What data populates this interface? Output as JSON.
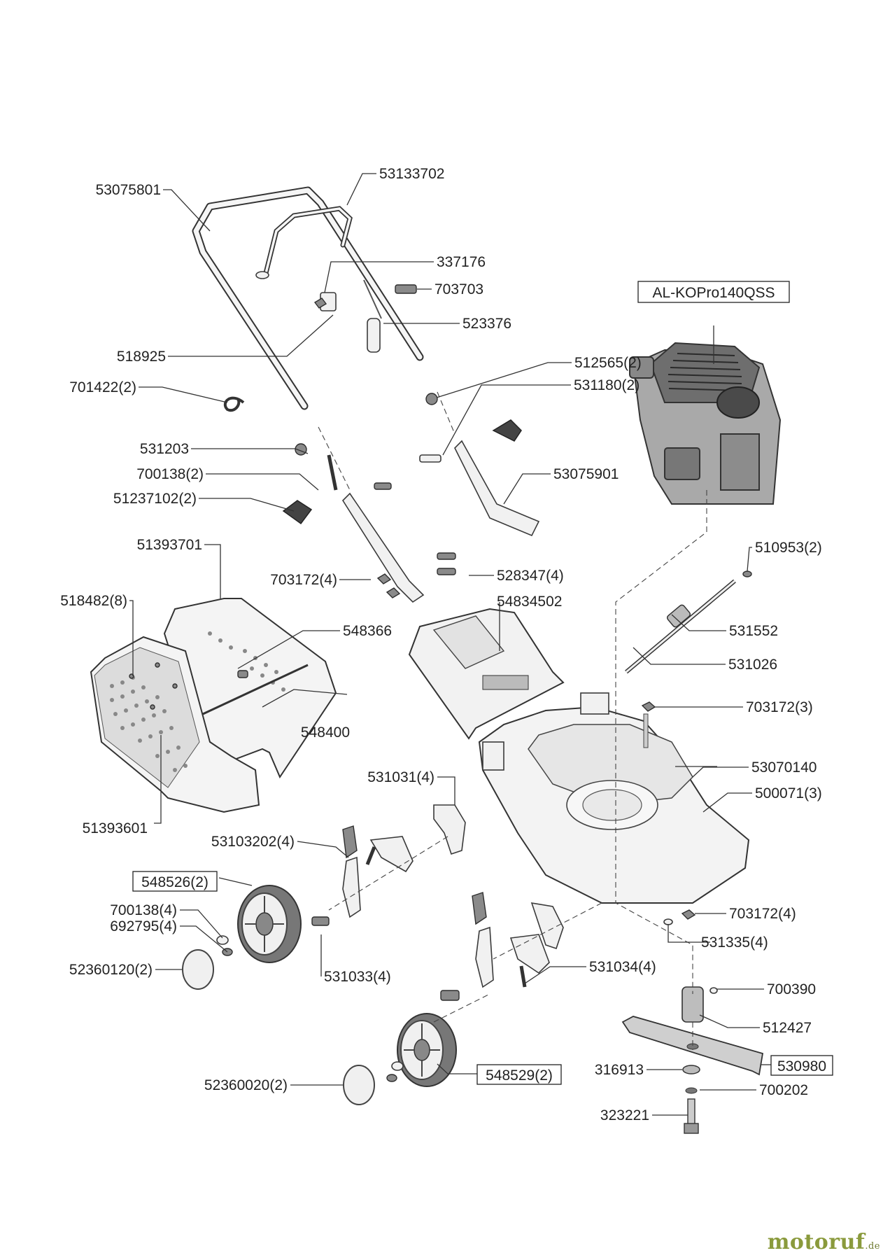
{
  "parts": [
    {
      "id": "p01",
      "label": "53075801"
    },
    {
      "id": "p02",
      "label": "53133702"
    },
    {
      "id": "p03",
      "label": "337176"
    },
    {
      "id": "p04",
      "label": "703703"
    },
    {
      "id": "p05",
      "label": "523376"
    },
    {
      "id": "p06",
      "label": "518925"
    },
    {
      "id": "p07",
      "label": "701422(2)"
    },
    {
      "id": "p08",
      "label": "AL-KOPro140QSS"
    },
    {
      "id": "p09",
      "label": "512565(2)"
    },
    {
      "id": "p10",
      "label": "531180(2)"
    },
    {
      "id": "p11",
      "label": "531203"
    },
    {
      "id": "p12",
      "label": "700138(2)"
    },
    {
      "id": "p13",
      "label": "51237102(2)"
    },
    {
      "id": "p14",
      "label": "53075901"
    },
    {
      "id": "p15",
      "label": "51393701"
    },
    {
      "id": "p16",
      "label": "703172(4)"
    },
    {
      "id": "p17",
      "label": "528347(4)"
    },
    {
      "id": "p18",
      "label": "510953(2)"
    },
    {
      "id": "p19",
      "label": "518482(8)"
    },
    {
      "id": "p20",
      "label": "548366"
    },
    {
      "id": "p21",
      "label": "54834502"
    },
    {
      "id": "p22",
      "label": "531552"
    },
    {
      "id": "p23",
      "label": "531026"
    },
    {
      "id": "p24",
      "label": "703172(3)"
    },
    {
      "id": "p25",
      "label": "548400"
    },
    {
      "id": "p26",
      "label": "53070140"
    },
    {
      "id": "p27",
      "label": "531031(4)"
    },
    {
      "id": "p28",
      "label": "500071(3)"
    },
    {
      "id": "p29",
      "label": "51393601"
    },
    {
      "id": "p30",
      "label": "53103202(4)"
    },
    {
      "id": "p31",
      "label": "548526(2)"
    },
    {
      "id": "p32",
      "label": "700138(4)"
    },
    {
      "id": "p33",
      "label": "692795(4)"
    },
    {
      "id": "p34",
      "label": "703172(4)"
    },
    {
      "id": "p35",
      "label": "531335(4)"
    },
    {
      "id": "p36",
      "label": "52360120(2)"
    },
    {
      "id": "p37",
      "label": "531033(4)"
    },
    {
      "id": "p38",
      "label": "531034(4)"
    },
    {
      "id": "p39",
      "label": "700390"
    },
    {
      "id": "p40",
      "label": "512427"
    },
    {
      "id": "p41",
      "label": "316913"
    },
    {
      "id": "p42",
      "label": "530980"
    },
    {
      "id": "p43",
      "label": "548529(2)"
    },
    {
      "id": "p44",
      "label": "52360020(2)"
    },
    {
      "id": "p45",
      "label": "700202"
    },
    {
      "id": "p46",
      "label": "323221"
    }
  ],
  "watermark": {
    "brand": "motoruf",
    "suffix": ".de"
  }
}
